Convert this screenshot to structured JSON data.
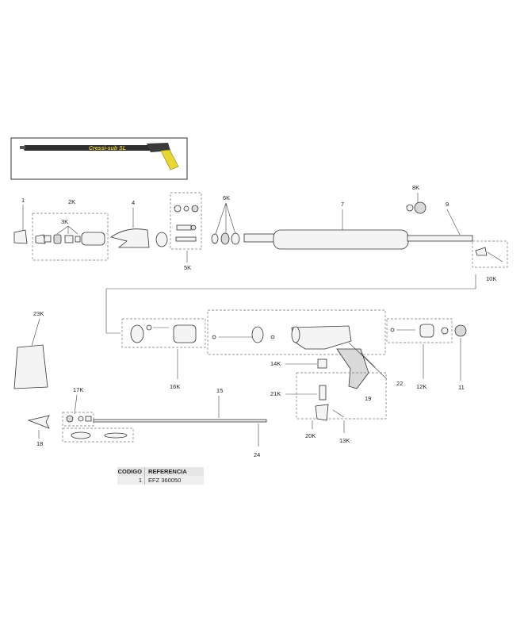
{
  "product": {
    "brand_logo": "Cressi-sub SL"
  },
  "labels": {
    "p1": "1",
    "p2k": "2K",
    "p3k": "3K",
    "p4": "4",
    "p5k": "5K",
    "p6k": "6K",
    "p7": "7",
    "p8k": "8K",
    "p9": "9",
    "p10k": "10K",
    "p11": "11",
    "p12k": "12K",
    "p13k": "13K",
    "p14k": "14K",
    "p15": "15",
    "p16k": "16K",
    "p17k": "17K",
    "p18": "18",
    "p19": "19",
    "p20k": "20K",
    "p21k": "21K",
    "p22": "22",
    "p23k": "23K",
    "p24": "24"
  },
  "reference_table": {
    "headers": [
      "CODIGO",
      "REFERENCIA"
    ],
    "rows": [
      {
        "code": "1",
        "ref": "EFZ 360050"
      }
    ]
  },
  "colors": {
    "grip": "#e8d633",
    "barrel": "#2f2f2f",
    "logo": "#d8c640"
  }
}
